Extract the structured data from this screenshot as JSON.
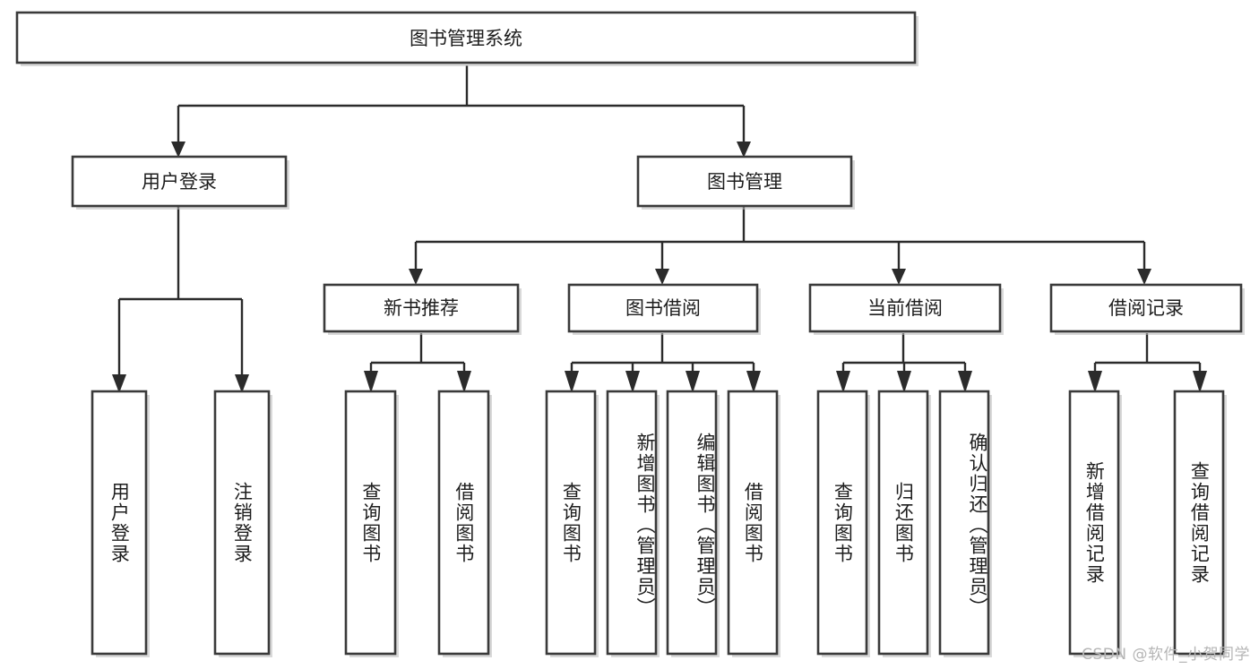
{
  "diagram": {
    "type": "tree-hierarchy-diagram",
    "title": "图书管理系统",
    "orientation": "top-down",
    "colors": {
      "box_stroke": "#3a3a3a",
      "box_fill": "#ffffff",
      "connector": "#2b2b2b",
      "text": "#1d1d1d",
      "background": "#ffffff",
      "watermark": "#b5b5b5"
    },
    "levels": {
      "root": {
        "label": "图书管理系统",
        "text_direction": "horizontal"
      },
      "level2": [
        {
          "label": "用户登录",
          "text_direction": "horizontal"
        },
        {
          "label": "图书管理",
          "text_direction": "horizontal"
        }
      ],
      "level3": [
        {
          "label": "新书推荐",
          "text_direction": "horizontal",
          "parent": "图书管理"
        },
        {
          "label": "图书借阅",
          "text_direction": "horizontal",
          "parent": "图书管理"
        },
        {
          "label": "当前借阅",
          "text_direction": "horizontal",
          "parent": "图书管理"
        },
        {
          "label": "借阅记录",
          "text_direction": "horizontal",
          "parent": "图书管理"
        }
      ],
      "leaves": [
        {
          "label": "用户登录",
          "text_direction": "vertical",
          "parent": "用户登录"
        },
        {
          "label": "注销登录",
          "text_direction": "vertical",
          "parent": "用户登录"
        },
        {
          "label": "查询图书",
          "text_direction": "vertical",
          "parent": "新书推荐"
        },
        {
          "label": "借阅图书",
          "text_direction": "vertical",
          "parent": "新书推荐"
        },
        {
          "label": "查询图书",
          "text_direction": "vertical",
          "parent": "图书借阅"
        },
        {
          "label": "新增图书（管理员）",
          "text_direction": "vertical",
          "parent": "图书借阅"
        },
        {
          "label": "编辑图书（管理员）",
          "text_direction": "vertical",
          "parent": "图书借阅"
        },
        {
          "label": "借阅图书",
          "text_direction": "vertical",
          "parent": "图书借阅"
        },
        {
          "label": "查询图书",
          "text_direction": "vertical",
          "parent": "当前借阅"
        },
        {
          "label": "归还图书",
          "text_direction": "vertical",
          "parent": "当前借阅"
        },
        {
          "label": "确认归还（管理员）",
          "text_direction": "vertical",
          "parent": "当前借阅"
        },
        {
          "label": "新增借阅记录",
          "text_direction": "vertical",
          "parent": "借阅记录"
        },
        {
          "label": "查询借阅记录",
          "text_direction": "vertical",
          "parent": "借阅记录"
        }
      ]
    }
  },
  "watermark": {
    "text": "CSDN @软件_小贺同学"
  }
}
